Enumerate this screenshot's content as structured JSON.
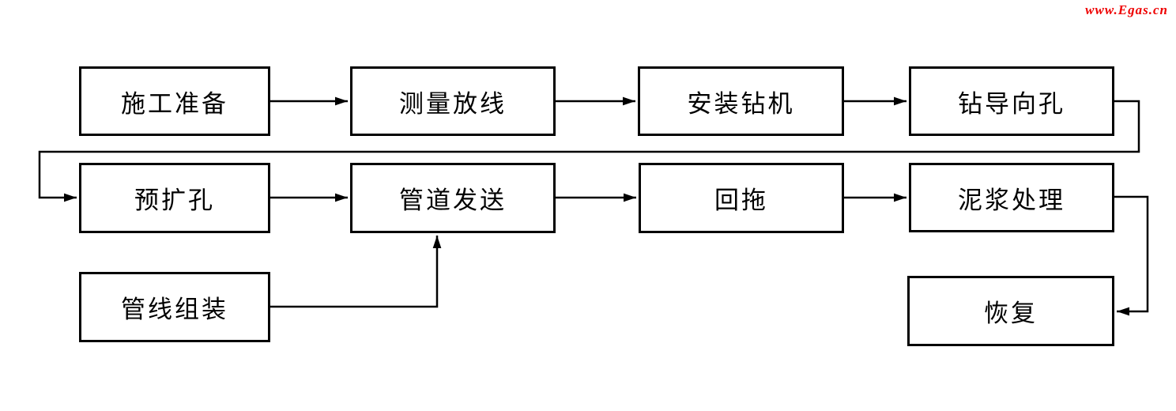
{
  "watermark": {
    "text": "www.Egas.cn",
    "color": "#ee0000"
  },
  "flowchart": {
    "type": "process-flow-diagram",
    "nodes": [
      {
        "id": "construction-preparation",
        "label": "施工准备"
      },
      {
        "id": "survey-layout",
        "label": "测量放线"
      },
      {
        "id": "install-drill-rig",
        "label": "安装钻机"
      },
      {
        "id": "drill-pilot-hole",
        "label": "钻导向孔"
      },
      {
        "id": "pre-reaming",
        "label": "预扩孔"
      },
      {
        "id": "pipe-sending",
        "label": "管道发送"
      },
      {
        "id": "pullback",
        "label": "回拖"
      },
      {
        "id": "mud-treatment",
        "label": "泥浆处理"
      },
      {
        "id": "pipeline-assembly",
        "label": "管线组装"
      },
      {
        "id": "restoration",
        "label": "恢复"
      }
    ],
    "edges": [
      {
        "from": "construction-preparation",
        "to": "survey-layout"
      },
      {
        "from": "survey-layout",
        "to": "install-drill-rig"
      },
      {
        "from": "install-drill-rig",
        "to": "drill-pilot-hole"
      },
      {
        "from": "drill-pilot-hole",
        "to": "pre-reaming"
      },
      {
        "from": "pre-reaming",
        "to": "pipe-sending"
      },
      {
        "from": "pipe-sending",
        "to": "pullback"
      },
      {
        "from": "pullback",
        "to": "mud-treatment"
      },
      {
        "from": "mud-treatment",
        "to": "restoration"
      },
      {
        "from": "pipeline-assembly",
        "to": "pipe-sending"
      }
    ],
    "colors": {
      "line": "#000000",
      "box_fill": "#ffffff",
      "text": "#000000"
    }
  }
}
